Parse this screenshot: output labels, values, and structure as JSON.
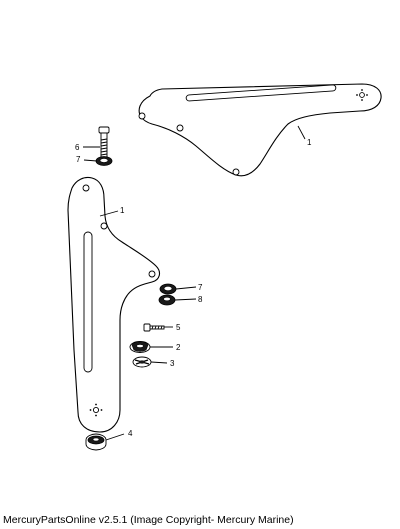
{
  "diagram": {
    "part_numbers": [
      "1",
      "6",
      "7",
      "1",
      "7",
      "8",
      "5",
      "2",
      "3",
      "4"
    ]
  },
  "footer": {
    "text": "MercuryPartsOnline v2.5.1 (Image Copyright- Mercury Marine)"
  }
}
